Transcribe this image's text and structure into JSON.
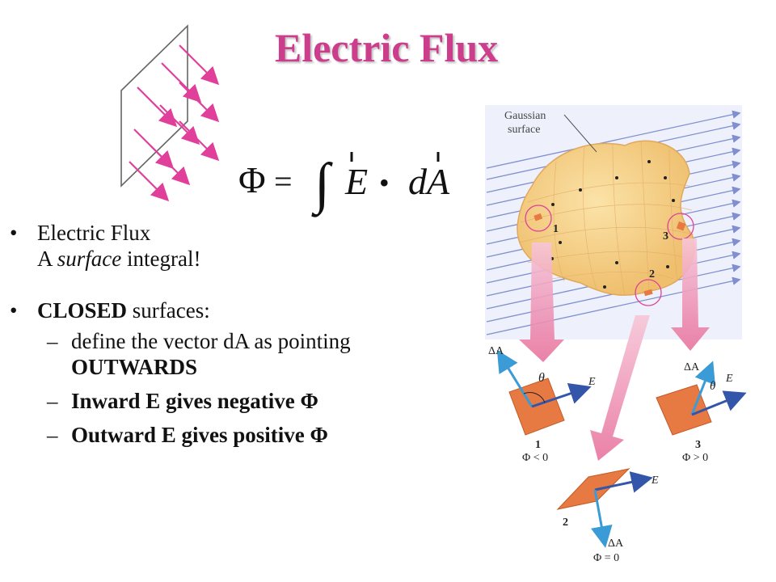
{
  "title": "Electric Flux",
  "formula": {
    "phi": "Φ",
    "equals": "=",
    "integral": "∫",
    "E": "E",
    "dot": "•",
    "dA": "dA"
  },
  "bullets": [
    {
      "marker": "•",
      "line1": "Electric Flux",
      "line2_prefix": "A ",
      "line2_em": "surface",
      "line2_suffix": " integral!"
    },
    {
      "marker": "•",
      "bold": "CLOSED",
      "rest": " surfaces:"
    }
  ],
  "subbullets": [
    {
      "marker": "–",
      "line1": "define the vector dA as pointing",
      "line2": "OUTWARDS"
    },
    {
      "marker": "–",
      "text": "Inward E gives negative Φ"
    },
    {
      "marker": "–",
      "text": "Outward E gives positive Φ"
    }
  ],
  "figure": {
    "gaussian_label_1": "Gaussian",
    "gaussian_label_2": "surface",
    "point_labels": [
      "1",
      "2",
      "3"
    ],
    "vector_A": "ΔA",
    "vector_E": "E",
    "theta": "θ",
    "panel1_num": "1",
    "panel1_flux": "Φ < 0",
    "panel2_num": "2",
    "panel2_flux": "Φ = 0",
    "panel3_num": "3",
    "panel3_flux": "Φ > 0"
  },
  "colors": {
    "title": "#cc3d8c",
    "field_arrows": "#e0409a",
    "field_lines": "#7f8fd0",
    "surface": "#f7d28a",
    "patch": "#e77a43",
    "big_arrow": "#ef9ab8",
    "dA_vector": "#3a9bd6",
    "E_vector": "#3355aa"
  }
}
